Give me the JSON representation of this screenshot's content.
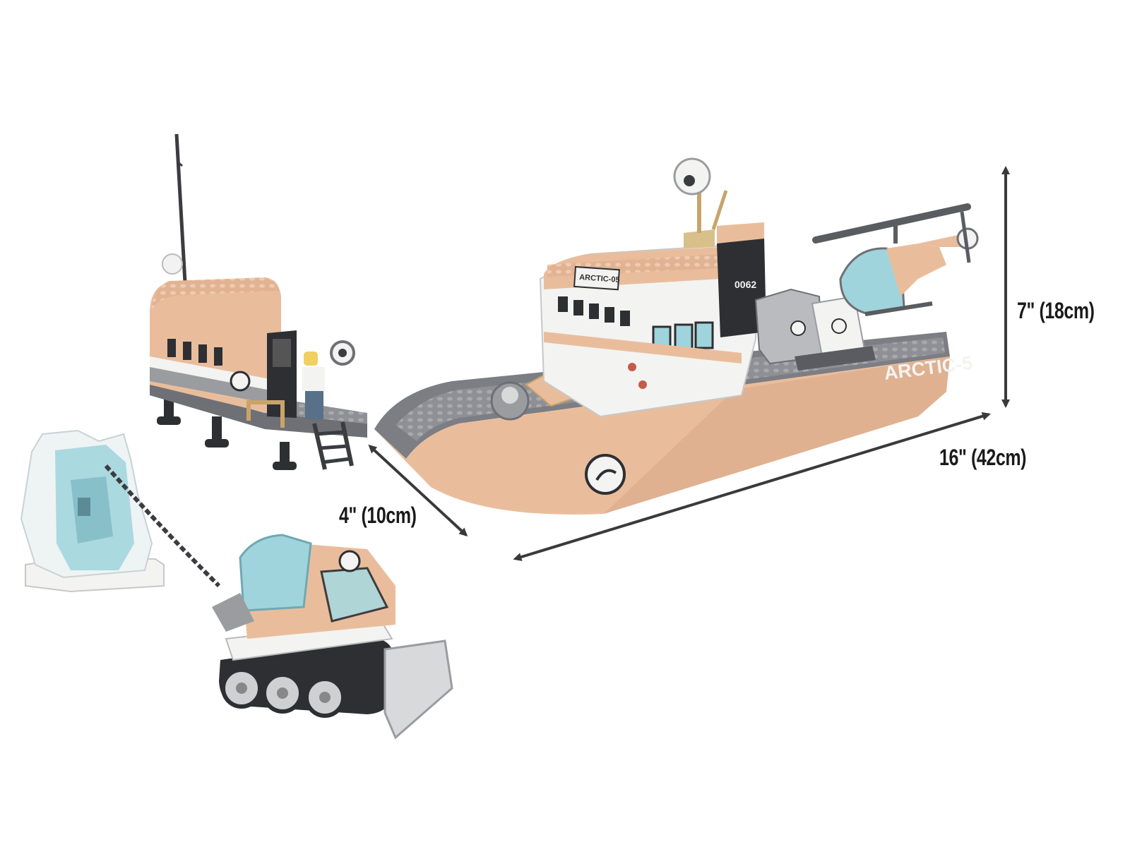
{
  "dimensions": {
    "height_label": "7\" (18cm)",
    "length_label": "16\" (42cm)",
    "width_label": "4\" (10cm)"
  },
  "ship": {
    "hull_name": "ARCTIC-5",
    "bridge_sign": "ARCTIC-05",
    "funnel_number": "0062"
  },
  "colors": {
    "hull": "#e9bd9c",
    "hull_shade": "#d9a888",
    "deck_gray": "#8e9095",
    "white_block": "#f3f3f2",
    "ice": "#9fd4dc",
    "dark": "#2e2f33",
    "arrow": "#3a3a3a"
  }
}
